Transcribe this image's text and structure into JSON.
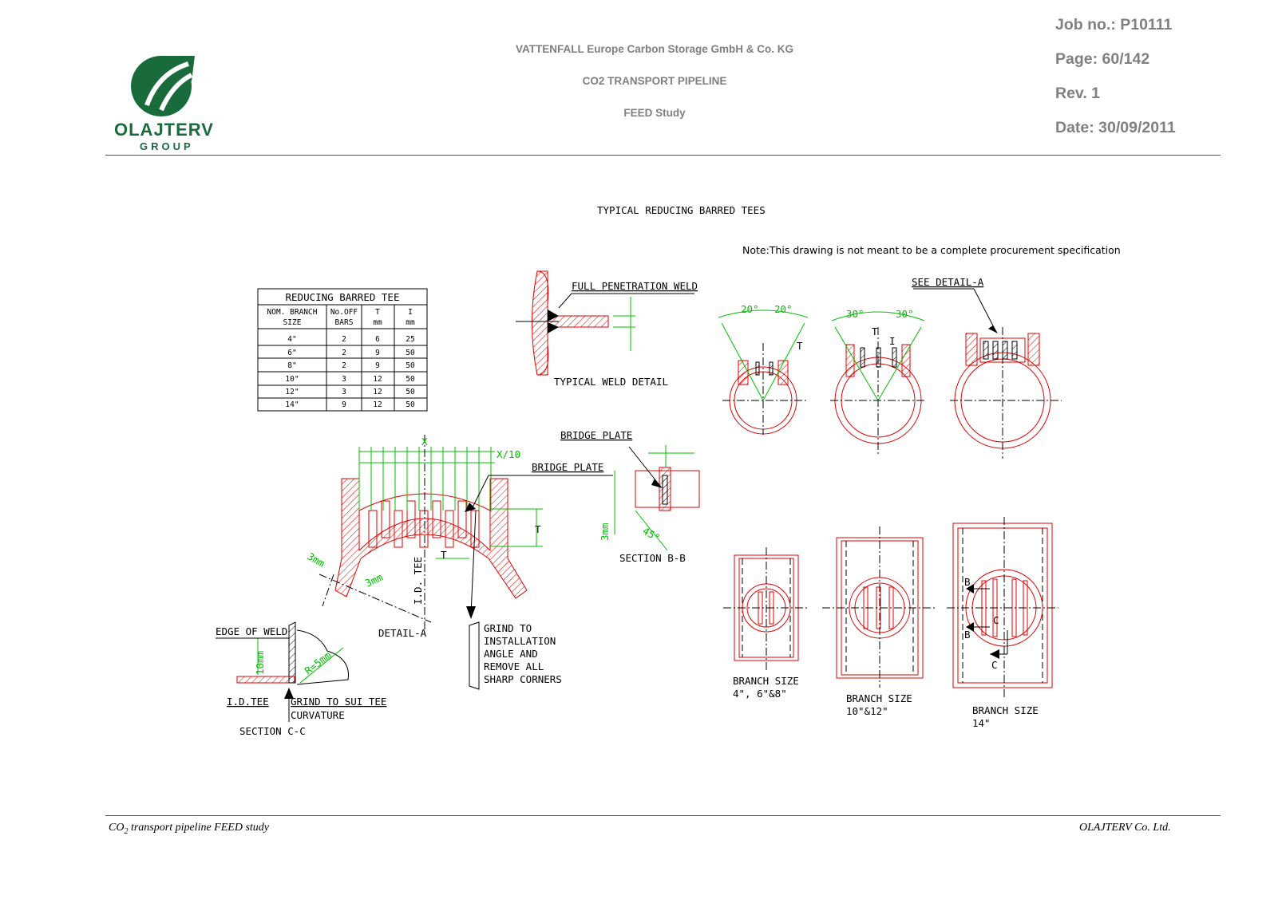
{
  "header": {
    "logo_text": "OLAJTERV",
    "logo_sub": "GROUP",
    "company": "VATTENFALL Europe Carbon Storage GmbH & Co. KG",
    "project": "CO2 TRANSPORT PIPELINE",
    "study": "FEED Study",
    "job": "Job no.: P10111",
    "page": "Page:  60/142",
    "rev": "Rev.    1",
    "date": "Date: 30/09/2011"
  },
  "drawing": {
    "title": "TYPICAL REDUCING BARRED TEES",
    "note": "Note:This drawing is not meant to be a complete procurement specification",
    "table": {
      "title": "REDUCING BARRED TEE",
      "headers": [
        [
          "NOM. BRANCH",
          "SIZE"
        ],
        [
          "No.OFF",
          "BARS"
        ],
        [
          "T",
          "mm"
        ],
        [
          "I",
          "mm"
        ]
      ],
      "rows": [
        [
          "4\"",
          "2",
          "6",
          "25"
        ],
        [
          "6\"",
          "2",
          "9",
          "50"
        ],
        [
          "8\"",
          "2",
          "9",
          "50"
        ],
        [
          "10\"",
          "3",
          "12",
          "50"
        ],
        [
          "12\"",
          "3",
          "12",
          "50"
        ],
        [
          "14\"",
          "9",
          "12",
          "50"
        ]
      ]
    },
    "labels": {
      "full_pen_weld": "FULL PENETRATION WELD",
      "typical_weld": "TYPICAL WELD DETAIL",
      "see_detail": "SEE DETAIL-A",
      "bridge_plate_1": "BRIDGE PLATE",
      "bridge_plate_2": "BRIDGE PLATE",
      "section_bb": "SECTION B-B",
      "x_label": "X",
      "x10_label": "X/10",
      "three_mm_a": "3mm",
      "three_mm_b": "3mm",
      "three_mm_c": "3mm",
      "deg45": "45°",
      "id_tee": "I.D. TEE",
      "detail_a": "DETAIL-A",
      "edge_of_weld": "EDGE OF WELD",
      "ten_mm": "10mm",
      "r5mm": "R=5mm",
      "id_tee_2": "I.D.TEE",
      "grind_suit_1": "GRIND TO SUI TEE",
      "grind_suit_2": "CURVATURE",
      "section_cc": "SECTION C-C",
      "grind_inst": [
        "GRIND TO",
        "INSTALLATION",
        "ANGLE AND",
        "REMOVE ALL",
        "SHARP CORNERS"
      ],
      "ang20a": "20°",
      "ang20b": "20°",
      "ang30a": "30°",
      "ang30b": "30°",
      "t1": "T",
      "t2": "T",
      "t3": "T",
      "t4": "T",
      "i1": "I",
      "b1": "B",
      "b2": "B",
      "c1": "C",
      "c2": "C",
      "branch1": [
        "BRANCH SIZE",
        "4\", 6\"&8\""
      ],
      "branch2": [
        "BRANCH SIZE",
        "10\"&12\""
      ],
      "branch3": [
        "BRANCH SIZE",
        "14\""
      ]
    }
  },
  "footer": {
    "left_pre": "CO",
    "left_sub": "2",
    "left_post": " transport pipeline FEED study",
    "right": "OLAJTERV Co. Ltd."
  },
  "colors": {
    "brand_green": "#1a6b3c",
    "cad_red": "#e00000",
    "cad_green": "#00c000",
    "header_gray": "#7f7f7f"
  }
}
